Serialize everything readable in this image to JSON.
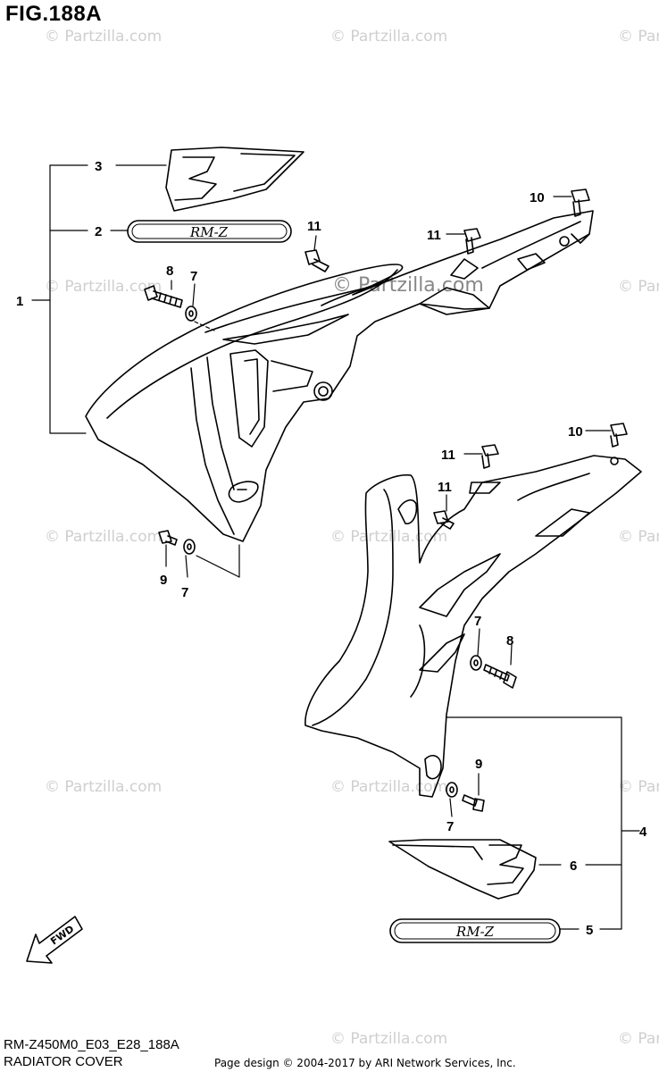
{
  "figure_title": "FIG.188A",
  "footer": {
    "diagram_code": "RM-Z450M0_E03_E28_188A",
    "section_name": "RADIATOR COVER",
    "copyright": "Page design © 2004-2017 by ARI Network Services, Inc."
  },
  "watermark": {
    "text": "© Partzilla.com",
    "center_text": "© Partzilla.com"
  },
  "decals": {
    "logo_text": "RM-Z",
    "fwd_text": "FWD"
  },
  "callouts": [
    {
      "id": "c1",
      "label": "1"
    },
    {
      "id": "c2",
      "label": "2"
    },
    {
      "id": "c3",
      "label": "3"
    },
    {
      "id": "c4",
      "label": "4"
    },
    {
      "id": "c5",
      "label": "5"
    },
    {
      "id": "c6",
      "label": "6"
    },
    {
      "id": "c7a",
      "label": "7"
    },
    {
      "id": "c7b",
      "label": "7"
    },
    {
      "id": "c7c",
      "label": "7"
    },
    {
      "id": "c7d",
      "label": "7"
    },
    {
      "id": "c8a",
      "label": "8"
    },
    {
      "id": "c8b",
      "label": "8"
    },
    {
      "id": "c9a",
      "label": "9"
    },
    {
      "id": "c9b",
      "label": "9"
    },
    {
      "id": "c10a",
      "label": "10"
    },
    {
      "id": "c10b",
      "label": "10"
    },
    {
      "id": "c11a",
      "label": "11"
    },
    {
      "id": "c11b",
      "label": "11"
    },
    {
      "id": "c11c",
      "label": "11"
    },
    {
      "id": "c11d",
      "label": "11"
    }
  ]
}
